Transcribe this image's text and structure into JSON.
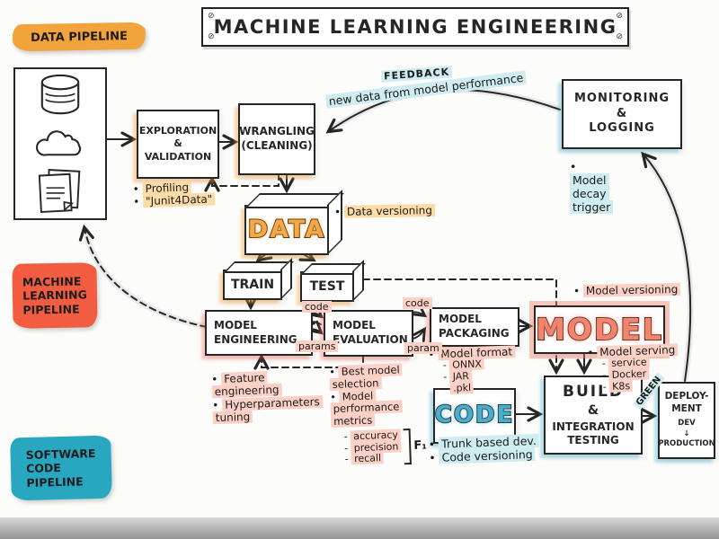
{
  "palette": {
    "ink": "#262626",
    "orange": "#f2a33c",
    "orange_highlight": "#fbdca6",
    "red": "#f0614a",
    "red_highlight": "#fbd0c5",
    "teal": "#2aa7bf",
    "teal_highlight": "#cfecf1",
    "bubble_orange": "#f5a844",
    "bubble_red": "#f4836c",
    "bubble_blue": "#4aadcc"
  },
  "title": {
    "text": "MACHINE LEARNING ENGINEERING",
    "screw": "⊘"
  },
  "pipelines": {
    "data": "DATA PIPELINE",
    "ml": "MACHINE\nLEARNING\nPIPELINE",
    "software": "SOFTWARE\nCODE\nPIPELINE"
  },
  "boxes": {
    "exploration": "EXPLORATION\n&\nVALIDATION",
    "wrangling": "WRANGLING\n(CLEANING)",
    "data": "DATA",
    "train": "TRAIN",
    "test": "TEST",
    "model_engineering": "MODEL\nENGINEERING",
    "model_evaluation": "MODEL\nEVALUATION",
    "model_packaging": "MODEL\nPACKAGING",
    "model": "MODEL",
    "code": "CODE",
    "build_title": "BUILD",
    "build_amp": "&",
    "build_rest": "INTEGRATION\nTESTING",
    "deployment_name": "DEPLOY-\nMENT",
    "deployment_stages": "DEV\n↓\nPRODUCTION",
    "monitoring": "MONITORING\n&\nLOGGING"
  },
  "arrows": {
    "feedback_title": "FEEDBACK",
    "feedback_subtitle": "new data from model performance",
    "eng_eval_top": "code",
    "eng_eval_bottom": "params",
    "eval_pack_top": "code",
    "eval_pack_bottom": "param",
    "build_deploy": "GREEN"
  },
  "notes": {
    "exploration": [
      "Profiling",
      "\"Junit4Data\""
    ],
    "data_versioning": "Data versioning",
    "model_decay": "Model\ndecay\ntrigger",
    "model_engineering": [
      "Feature engineering",
      "Hyperparameters tuning"
    ],
    "model_evaluation": [
      "Best model selection",
      "Model performance metrics"
    ],
    "metrics": [
      "accuracy",
      "precision",
      "recall"
    ],
    "metrics_group": "F₁",
    "model_format_title": "Model format",
    "model_format": [
      "ONNX",
      "JAR",
      ".pkl"
    ],
    "model_versioning": "Model versioning",
    "model_serving_title": "Model serving",
    "model_serving": [
      "service",
      "Docker",
      "K8s"
    ],
    "code": [
      "Trunk based dev.",
      "Code versioning"
    ]
  }
}
